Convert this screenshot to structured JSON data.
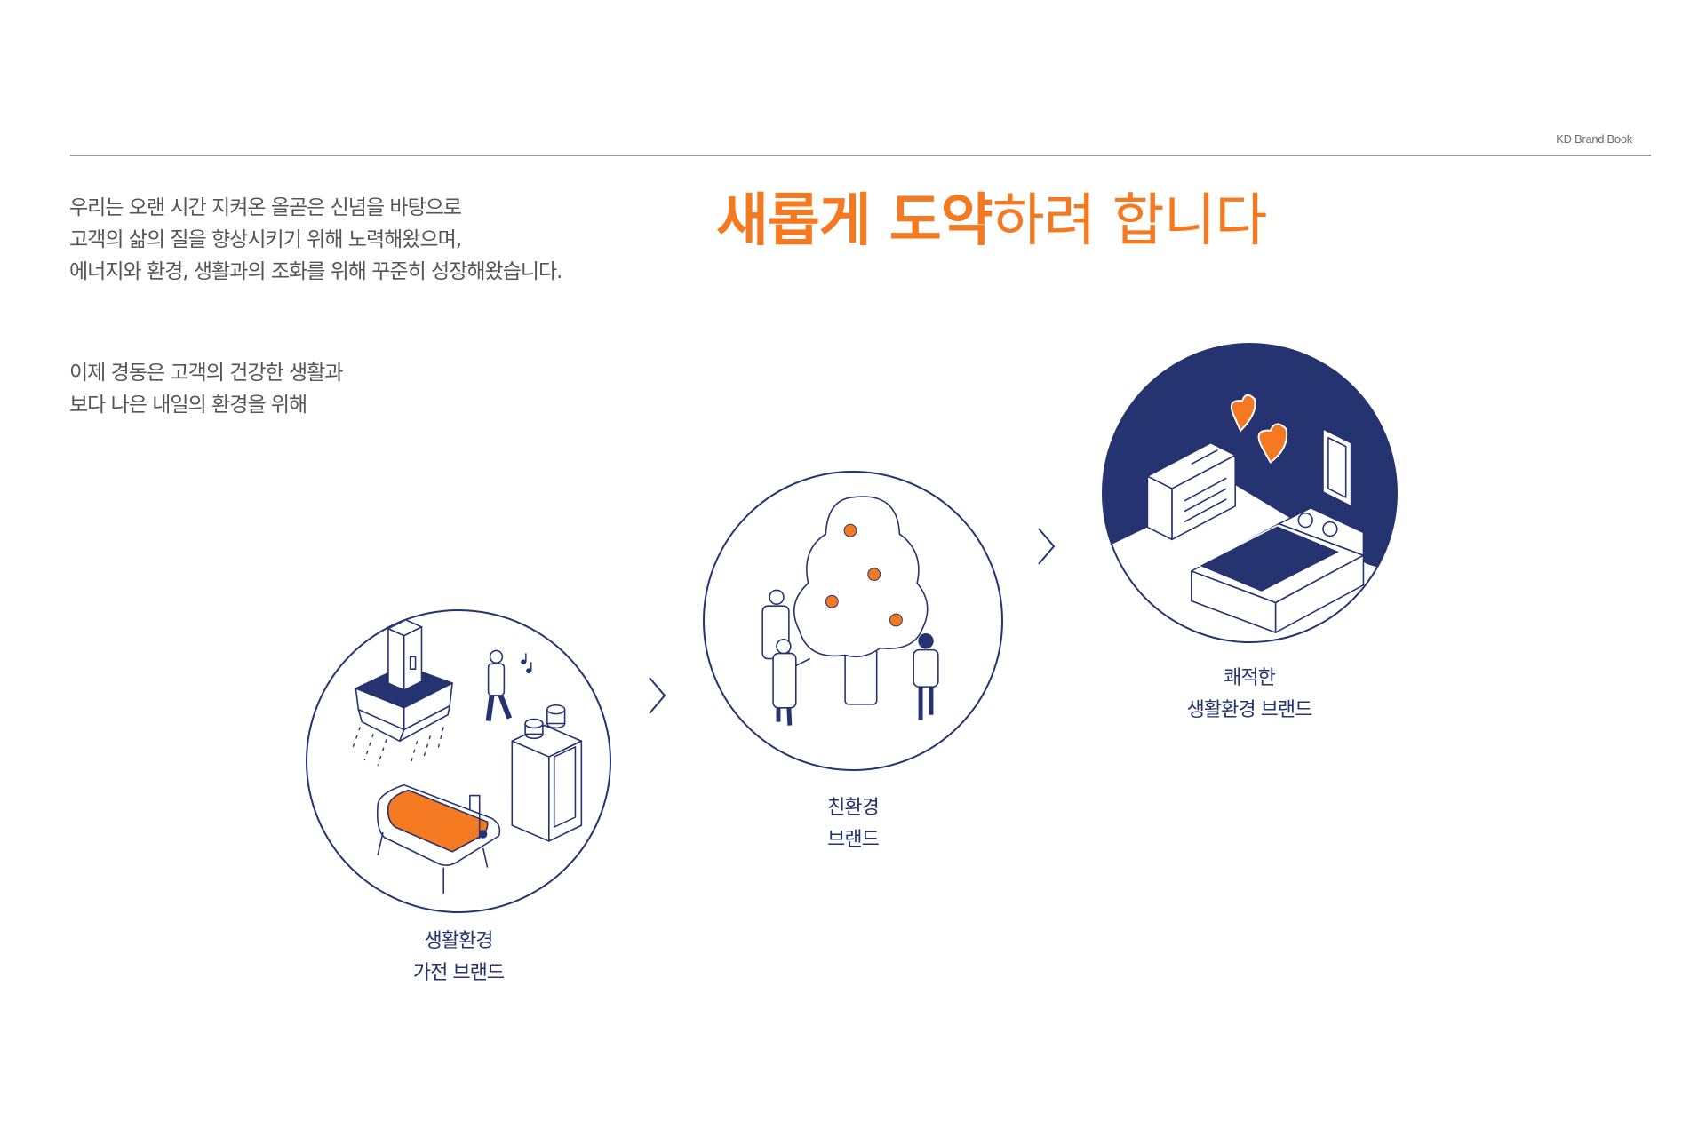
{
  "header": {
    "label": "KD Brand Book"
  },
  "intro": {
    "paragraph1": [
      "우리는 오랜 시간 지켜온 올곧은 신념을 바탕으로",
      "고객의 삶의 질을 향상시키기 위해 노력해왔으며,",
      "에너지와 환경, 생활과의 조화를 위해 꾸준히 성장해왔습니다."
    ],
    "paragraph2": [
      "이제 경동은 고객의 건강한 생활과",
      "보다 나은 내일의 환경을 위해"
    ]
  },
  "headline": {
    "emphasis": "새롭게 도약",
    "rest": "하려 합니다"
  },
  "steps": [
    {
      "icon": "home-appliances-illustration",
      "caption": [
        "생활환경",
        "가전 브랜드"
      ]
    },
    {
      "icon": "eco-tree-illustration",
      "caption": [
        "친환경",
        "브랜드"
      ]
    },
    {
      "icon": "comfortable-bedroom-illustration",
      "caption": [
        "쾌적한",
        "생활환경 브랜드"
      ]
    }
  ],
  "colors": {
    "accent": "#F47920",
    "navy": "#253370",
    "body_text": "#555555",
    "rule": "#9a9a9a"
  }
}
